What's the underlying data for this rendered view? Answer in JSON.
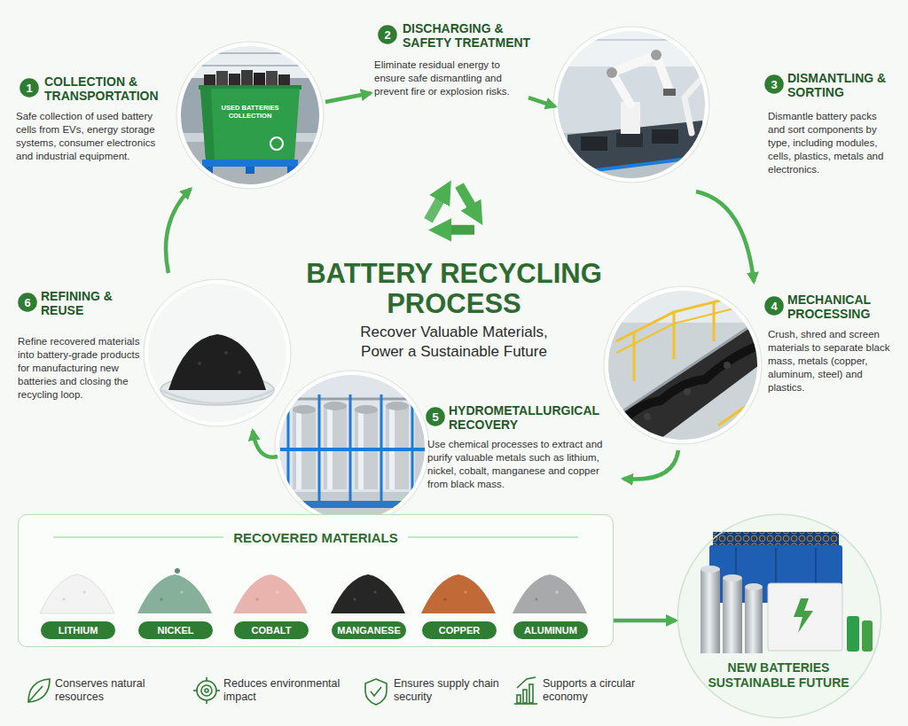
{
  "diagram": {
    "title": "BATTERY RECYCLING PROCESS",
    "nodes": [
      {
        "text": [
          "COLLECTION & TRANSPORTATION",
          "Safe collection of used battery cells from EVs, energy storage systems, consumer electronics and industrial equipment."
        ]
      },
      {
        "text": [
          "1"
        ],
        "in": 0
      },
      {
        "text": [
          "DISCHARGING & SAFETY TREATMENT",
          "Eliminate residual energy to ensure safe dismantling and prevent fire or explosion risks."
        ]
      },
      {
        "text": [
          "2"
        ],
        "in": 2
      },
      {
        "text": [
          "DISMANTLING & SORTING",
          "Dismantle battery packs and sort components by type, including modules, cells, plastics, metals and electronics."
        ]
      },
      {
        "text": [
          "3"
        ],
        "in": 4
      },
      {
        "text": [
          "MECHANICAL PROCESSING",
          "Crush, shred and screen materials to separate black mass, metals (copper, aluminum, steel) and plastics."
        ]
      },
      {
        "text": [
          "4"
        ],
        "in": 6
      },
      {
        "text": [
          "HYDROMETALLURGICAL RECOVERY",
          "Use chemical processes to extract and purify valuable metals such as lithium, nickel, cobalt, manganese and copper from black mass."
        ]
      },
      {
        "text": [
          "5"
        ],
        "in": 8
      },
      {
        "text": [
          "REFINING & REUSE",
          "Refine recovered materials into battery-grade products for manufacturing new batteries and closing the recycling loop."
        ]
      },
      {
        "text": [
          "6"
        ],
        "in": 10
      },
      {
        "text": [
          "RECOVERED MATERIALS"
        ]
      },
      {
        "text": [
          "LITHIUM"
        ],
        "in": 12
      },
      {
        "text": [
          "NICKEL"
        ],
        "in": 12
      },
      {
        "text": [
          "COBALT"
        ],
        "in": 12
      },
      {
        "text": [
          "MANGANESE"
        ],
        "in": 12
      },
      {
        "text": [
          "COPPER"
        ],
        "in": 12
      },
      {
        "text": [
          "ALUMINUM"
        ],
        "in": 12
      },
      {
        "text": [
          "NEW BATTERIES SUSTAINABLE FUTURE"
        ]
      }
    ],
    "edges": [
      {
        "from": 0,
        "to": 2,
        "arrow": "to"
      },
      {
        "from": 2,
        "to": 4,
        "arrow": "to"
      },
      {
        "from": 4,
        "to": 6,
        "arrow": "to"
      },
      {
        "from": 6,
        "to": 8,
        "arrow": "to"
      },
      {
        "from": 8,
        "to": 10,
        "arrow": "to"
      },
      {
        "from": 10,
        "to": 0,
        "arrow": "to"
      },
      {
        "from": 12,
        "to": 19,
        "arrow": "to"
      }
    ],
    "labels": [
      "Recover Valuable Materials, Power a Sustainable Future",
      "USED BATTERIES COLLECTION",
      "Conserves natural resources",
      "Reduces environmental impact",
      "Ensures supply chain security",
      "Supports a circular economy"
    ]
  }
}
